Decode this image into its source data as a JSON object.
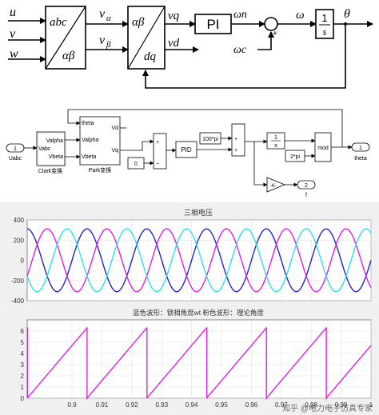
{
  "block_diagram": {
    "inputs": [
      "u",
      "v",
      "w"
    ],
    "transform1": {
      "top": "abc",
      "bottom": "αβ"
    },
    "alpha_beta_labels": [
      "v",
      "v"
    ],
    "alpha_beta_subs": [
      "α",
      "β"
    ],
    "transform2": {
      "top": "αβ",
      "bottom": "dq"
    },
    "dq_labels": [
      "vq",
      "vd"
    ],
    "pi_label": "PI",
    "omega_n": "ωn",
    "omega_c": "ωc",
    "sum_signs": "+",
    "omega": "ω",
    "integrator_num": "1",
    "integrator_den": "s",
    "theta": "θ"
  },
  "simulink": {
    "in_port": {
      "num": "1",
      "label": "Uabc"
    },
    "clark": {
      "in": "Vabc",
      "out1": "Valpha",
      "out2": "Vbeta",
      "caption": "Clark变换"
    },
    "park": {
      "in1": "theta",
      "in2": "Valpha",
      "in3": "Vbeta",
      "out1": "Vd",
      "out2": "Vq",
      "caption": "Park变换"
    },
    "const_zero": "0",
    "sum1_signs": [
      "+",
      "−"
    ],
    "pid": "PID",
    "gain_100pi": "100*pi",
    "sum2_signs": [
      "+",
      "+"
    ],
    "integ": {
      "num": "1",
      "den": "s"
    },
    "two_pi": "2*pi",
    "mod": "mod",
    "out1": {
      "num": "1",
      "label": "theta"
    },
    "gain_k": "-K-",
    "out2": {
      "num": "2",
      "label": "f"
    }
  },
  "chart_data": [
    {
      "type": "line",
      "title": "三相电压",
      "xlim": [
        0.885,
        1.0
      ],
      "ylim": [
        -400,
        400
      ],
      "yticks": [
        -400,
        -200,
        0,
        200,
        400
      ],
      "grid": true,
      "amplitude": 311,
      "frequency_hz": 50,
      "series": [
        {
          "color": "#2424c8",
          "phase_deg": 0
        },
        {
          "color": "#e020e0",
          "phase_deg": -120
        },
        {
          "color": "#30e0e8",
          "phase_deg": 120
        }
      ]
    },
    {
      "type": "line",
      "title": "蓝色波形：锁相角度wt   粉色波形：理论角度",
      "xlim": [
        0.885,
        1.0
      ],
      "ylim": [
        0,
        7
      ],
      "yticks": [
        0,
        1,
        2,
        3,
        4,
        5,
        6
      ],
      "xticks": [
        0.9,
        0.91,
        0.92,
        0.93,
        0.94,
        0.95,
        0.96,
        0.97,
        0.98,
        0.99,
        1
      ],
      "grid": true,
      "period": 0.02,
      "reset_time": 0.905,
      "series": [
        {
          "color": "#e020e0",
          "wrap": 6.2832
        }
      ]
    }
  ],
  "watermark": "知乎 @电力电子仿真专家",
  "colors": {
    "wave_blue": "#2424c8",
    "wave_pink": "#e020e0",
    "wave_cyan": "#30e0e8",
    "axes_bg": "#ffffff",
    "fig_bg": "#f0f0f0"
  }
}
